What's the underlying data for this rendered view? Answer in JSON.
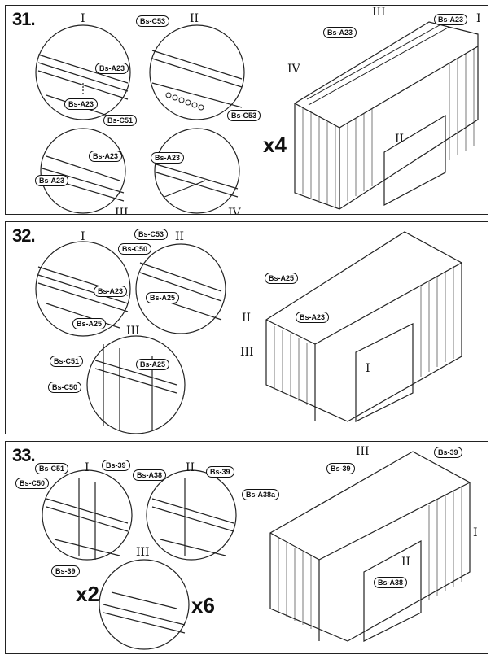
{
  "steps": [
    {
      "number": "31.",
      "multiplier": "x4",
      "detail_labels": [
        "I",
        "II",
        "III",
        "IV"
      ],
      "tags": [
        "Bs-A23",
        "Bs-A23",
        "Bs-C53",
        "Bs-C51",
        "Bs-A23",
        "Bs-A23",
        "Bs-A23",
        "Bs-C53",
        "Bs-A23",
        "Bs-A23"
      ],
      "shed_labels": [
        "III",
        "I",
        "IV",
        "II"
      ]
    },
    {
      "number": "32.",
      "detail_labels": [
        "I",
        "II",
        "III"
      ],
      "tags": [
        "Bs-C53",
        "Bs-C50",
        "Bs-A23",
        "Bs-A25",
        "Bs-A25",
        "Bs-C51",
        "Bs-A25",
        "Bs-C50"
      ],
      "shed_tags": [
        "Bs-A25",
        "Bs-A23"
      ],
      "shed_labels": [
        "II",
        "III",
        "I"
      ]
    },
    {
      "number": "33.",
      "multipliers": [
        "x2",
        "x6"
      ],
      "detail_labels": [
        "I",
        "II",
        "III"
      ],
      "tags": [
        "Bs-C51",
        "Bs-C50",
        "Bs-39",
        "Bs-A38",
        "Bs-39",
        "Bs-39"
      ],
      "shed_tags": [
        "Bs-39",
        "Bs-39",
        "Bs-A38a",
        "Bs-A38"
      ],
      "shed_labels": [
        "III",
        "I",
        "II"
      ]
    }
  ]
}
